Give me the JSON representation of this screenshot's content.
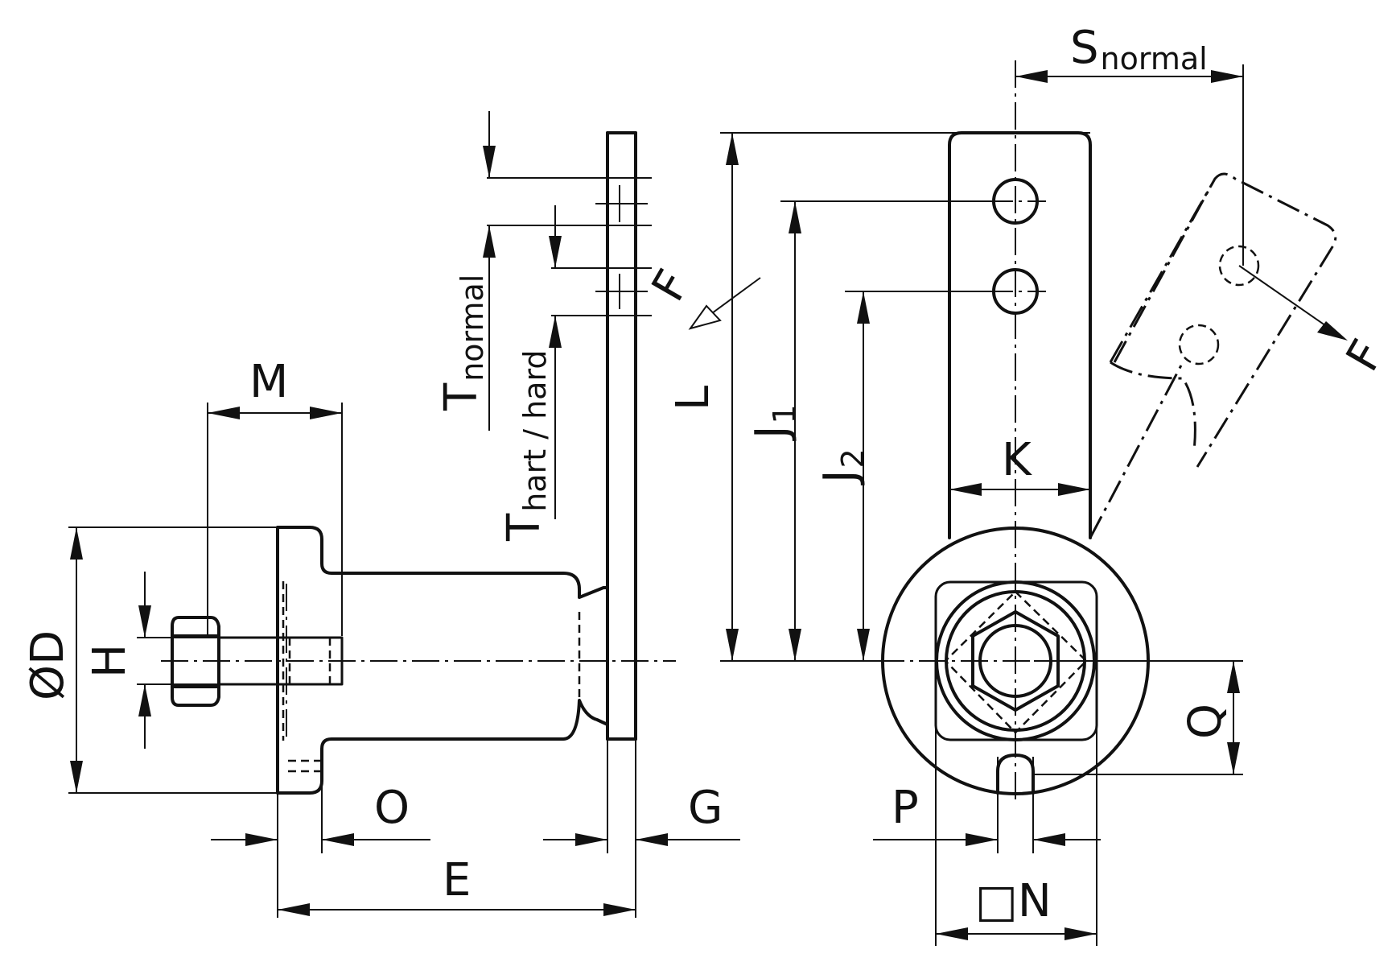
{
  "diagram": {
    "labels": {
      "s_main": "S",
      "s_sub": "normal",
      "t_normal_main": "T",
      "t_normal_sub": "normal",
      "t_hart_main": "T",
      "t_hart_sub": "hart / hard",
      "m": "M",
      "l": "L",
      "j1_main": "J",
      "j1_sub": "1",
      "j2_main": "J",
      "j2_sub": "2",
      "k": "K",
      "f_left": "F",
      "f_right": "F",
      "d": "ØD",
      "h": "H",
      "q": "Q",
      "o": "O",
      "g": "G",
      "p": "P",
      "e": "E",
      "n": "□N"
    }
  }
}
